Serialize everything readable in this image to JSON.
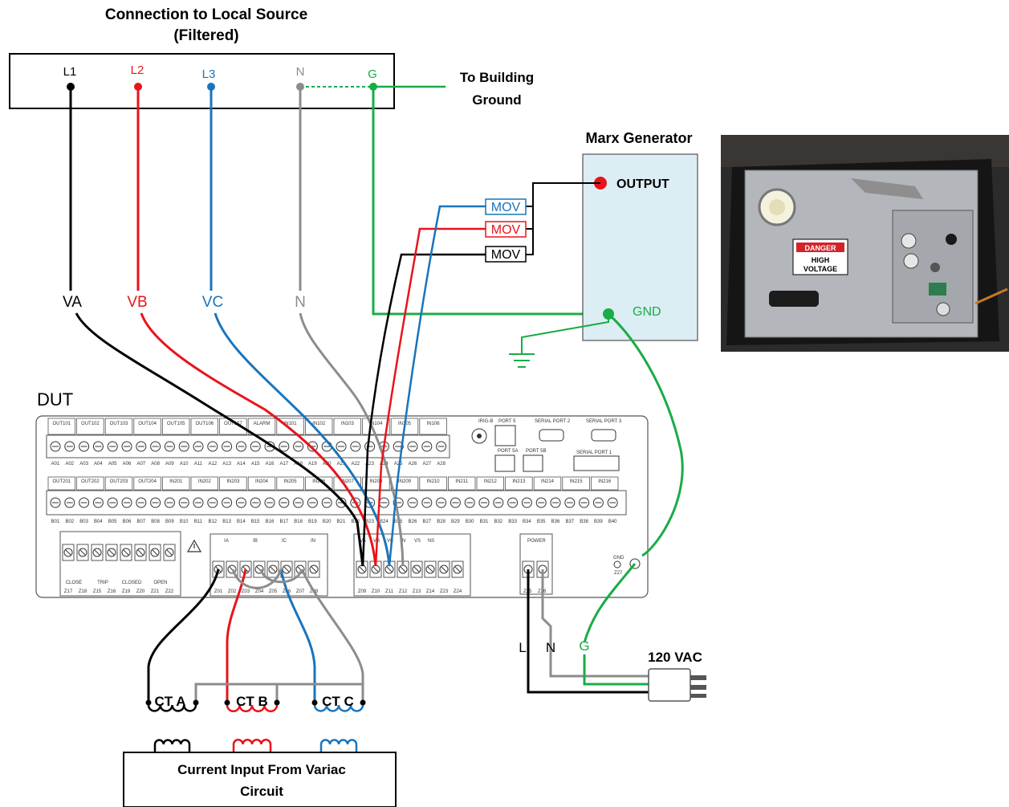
{
  "source": {
    "title_line1": "Connection to Local Source",
    "title_line2": "(Filtered)",
    "terminals": [
      {
        "label": "L1",
        "color": "#000000"
      },
      {
        "label": "L2",
        "color": "#e8141b"
      },
      {
        "label": "L3",
        "color": "#1a74bc"
      },
      {
        "label": "N",
        "color": "#8c8c8c"
      },
      {
        "label": "G",
        "color": "#1aac47"
      }
    ],
    "ground_label_line1": "To Building",
    "ground_label_line2": "Ground"
  },
  "wire_labels": {
    "va": "VA",
    "vb": "VB",
    "vc": "VC",
    "n": "N"
  },
  "marx": {
    "title": "Marx Generator",
    "output": "OUTPUT",
    "gnd": "GND"
  },
  "movs": [
    "MOV",
    "MOV",
    "MOV"
  ],
  "dut": {
    "title": "DUT",
    "top_row_groups": [
      "OUT101",
      "OUT102",
      "OUT103",
      "OUT104",
      "OUT105",
      "OUT106",
      "OUT107",
      "ALARM",
      "IN101",
      "IN102",
      "IN103",
      "IN104",
      "IN105",
      "IN106"
    ],
    "top_row_terms": [
      "A01",
      "A02",
      "A03",
      "A04",
      "A05",
      "A06",
      "A07",
      "A08",
      "A09",
      "A10",
      "A11",
      "A12",
      "A13",
      "A14",
      "A15",
      "A16",
      "A17",
      "A18",
      "A19",
      "A20",
      "A21",
      "A22",
      "A23",
      "A24",
      "A25",
      "A26",
      "A27",
      "A28"
    ],
    "mid_row_groups": [
      "OUT201",
      "OUT202",
      "OUT203",
      "OUT204",
      "IN201",
      "IN202",
      "IN203",
      "IN204",
      "IN205",
      "IN206",
      "IN207",
      "IN208",
      "IN209",
      "IN210",
      "IN211",
      "IN212",
      "IN213",
      "IN214",
      "IN215",
      "IN216"
    ],
    "mid_row_terms": [
      "B01",
      "B02",
      "B03",
      "B04",
      "B05",
      "B06",
      "B07",
      "B08",
      "B09",
      "B10",
      "B11",
      "B12",
      "B13",
      "B14",
      "B15",
      "B16",
      "B17",
      "B18",
      "B19",
      "B20",
      "B21",
      "B22",
      "B23",
      "B24",
      "B25",
      "B26",
      "B27",
      "B28",
      "B29",
      "B30",
      "B31",
      "B32",
      "B33",
      "B34",
      "B35",
      "B36",
      "B37",
      "B38",
      "B39",
      "B40"
    ],
    "ports": {
      "irig": "IRIG-B",
      "port5": "PORT 5",
      "sp2": "SERIAL PORT 2",
      "sp3": "SERIAL PORT 3",
      "sp1": "SERIAL PORT 1",
      "p5a": "PORT 5A",
      "p5b": "PORT 5B"
    },
    "coil_labels": [
      "CLOSE",
      "TRIP",
      "CLOSED",
      "OPEN"
    ],
    "coil_terms": [
      "Z17",
      "Z18",
      "Z15",
      "Z16",
      "Z19",
      "Z20",
      "Z21",
      "Z22"
    ],
    "ct_groups": [
      "IA",
      "IB",
      "IC",
      "IN"
    ],
    "ct_terms": [
      "Z01",
      "Z02",
      "Z03",
      "Z04",
      "Z05",
      "Z06",
      "Z07",
      "Z08"
    ],
    "vt_groups": [
      "VA",
      "VB",
      "VC",
      "N",
      "VS",
      "NS"
    ],
    "vt_terms": [
      "Z09",
      "Z10",
      "Z11",
      "Z12",
      "Z13",
      "Z14",
      "Z23",
      "Z24"
    ],
    "power_label": "POWER",
    "power_terms": [
      "Z25",
      "Z26"
    ],
    "gnd_label": "GND",
    "gnd_term": "Z27"
  },
  "power_in": {
    "title": "120 VAC",
    "l": "L",
    "n": "N",
    "g": "G"
  },
  "cts": [
    "CT A",
    "CT B",
    "CT C"
  ],
  "variac": {
    "line1": "Current Input From Variac",
    "line2": "Circuit"
  },
  "photo": {
    "sign1": "DANGER",
    "sign2": "HIGH",
    "sign3": "VOLTAGE"
  },
  "colors": {
    "black": "#000000",
    "red": "#e8141b",
    "blue": "#1a74bc",
    "gray": "#8c8c8c",
    "green": "#1aac47",
    "marx_fill": "#dceef3"
  }
}
